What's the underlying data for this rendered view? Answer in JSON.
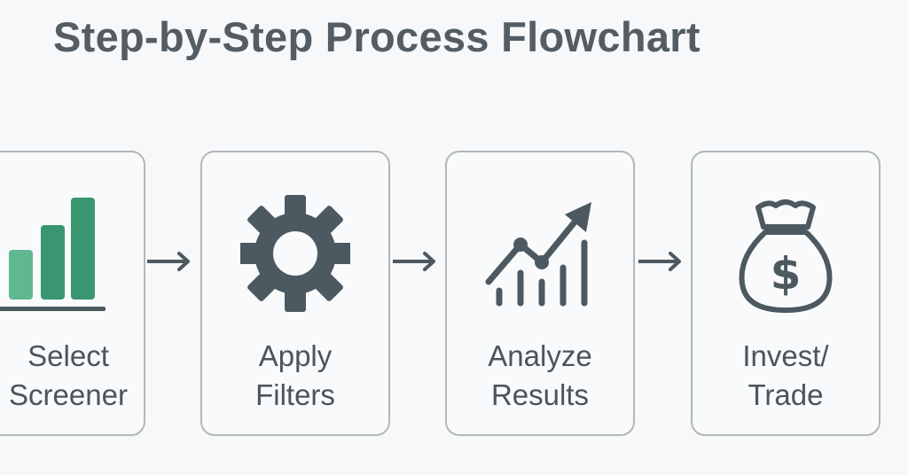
{
  "title": "Step-by-Step Process Flowchart",
  "steps": [
    {
      "line1": "Select",
      "line2": "Screener",
      "icon": "bar-chart-icon"
    },
    {
      "line1": "Apply",
      "line2": "Filters",
      "icon": "gear-icon"
    },
    {
      "line1": "Analyze",
      "line2": "Results",
      "icon": "trend-chart-icon"
    },
    {
      "line1": "Invest/",
      "line2": "Trade",
      "icon": "money-bag-icon"
    }
  ],
  "colors": {
    "accent_light": "#5fb88f",
    "accent": "#3a9670",
    "icon": "#4d5960",
    "border": "#b3b7ba"
  }
}
